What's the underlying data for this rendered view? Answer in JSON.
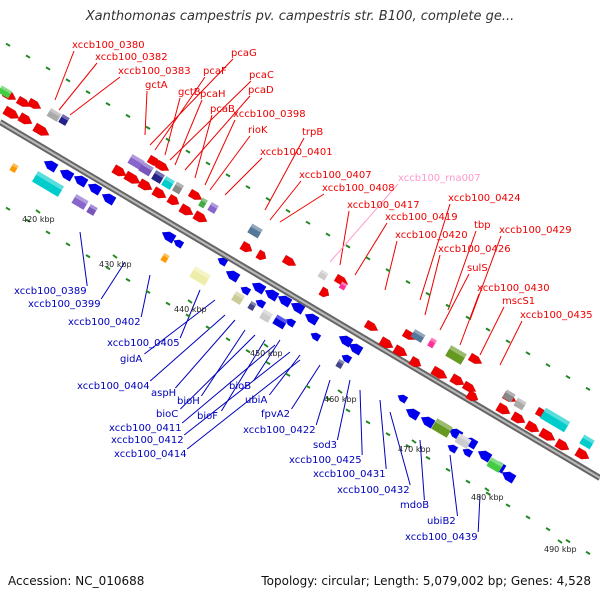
{
  "title": "Xanthomonas campestris pv. campestris str. B100, complete ge...",
  "footer": {
    "accession": "Accession: NC_010688",
    "summary": "Topology: circular; Length: 5,079,002 bp; Genes: 4,528"
  },
  "colors": {
    "forward_label": "#ee0000",
    "reverse_label": "#0000bb",
    "rna_label": "#ff99cc",
    "backbone": "#777777",
    "tick": "#228822"
  },
  "kbp_ticks": [
    "420 kbp",
    "430 kbp",
    "440 kbp",
    "450 kbp",
    "460 kbp",
    "470 kbp",
    "480 kbp",
    "490 kbp"
  ],
  "forward_labels": [
    "xccb100_0380",
    "xccb100_0382",
    "xccb100_0383",
    "pcaG",
    "pcaF",
    "pcaC",
    "gctA",
    "gctB",
    "pcaH",
    "pcaD",
    "pcaB",
    "xccb100_0398",
    "rioK",
    "trpB",
    "xccb100_0401",
    "xccb100_0407",
    "xccb100_0408",
    "xccb100_0417",
    "xccb100_0424",
    "xccb100_0419",
    "tbp",
    "xccb100_0429",
    "xccb100_0420",
    "xccb100_0426",
    "sulS",
    "xccb100_0430",
    "mscS1",
    "xccb100_0435"
  ],
  "rna_labels": [
    "xccb100_rna007"
  ],
  "reverse_labels": [
    "xccb100_0389",
    "xccb100_0399",
    "xccb100_0402",
    "xccb100_0405",
    "gidA",
    "xccb100_0404",
    "aspH",
    "bioH",
    "bioC",
    "bioF",
    "bioB",
    "xccb100_0411",
    "xccb100_0412",
    "xccb100_0414",
    "ubiA",
    "fpvA2",
    "xccb100_0422",
    "sod3",
    "xccb100_0425",
    "xccb100_0431",
    "xccb100_0432",
    "mdoB",
    "ubiB2",
    "xccb100_0439"
  ]
}
